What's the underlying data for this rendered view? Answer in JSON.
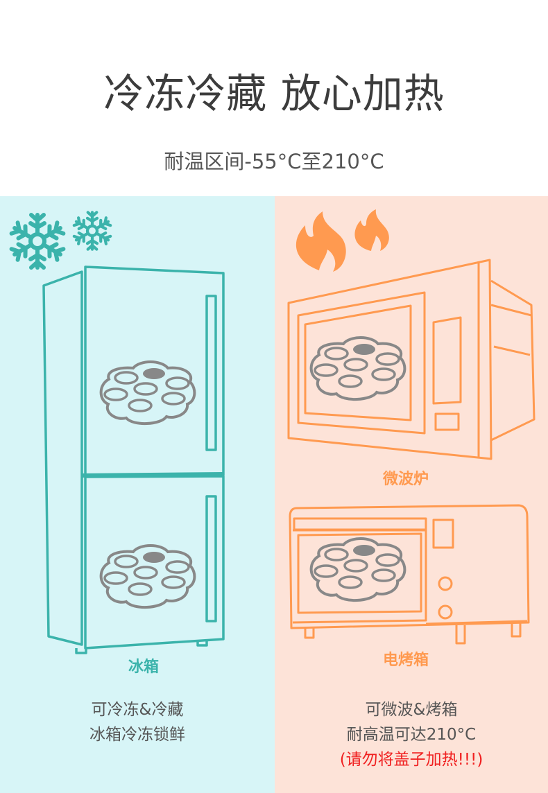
{
  "header": {
    "title": "冷冻冷藏 放心加热",
    "subtitle": "耐温区间-55°C至210°C"
  },
  "fridge": {
    "label": "冰箱",
    "desc_line1": "可冷冻&冷藏",
    "desc_line2": "冰箱冷冻锁鲜"
  },
  "microwave": {
    "label": "微波炉"
  },
  "oven": {
    "label": "电烤箱",
    "desc_line1": "可微波&烤箱",
    "desc_line2": "耐高温可达210°C",
    "warning": "(请勿将盖子加热!!!)"
  },
  "colors": {
    "teal": "#3bb3ab",
    "orange": "#ff9a50",
    "left_bg": "#d7f5f7",
    "right_bg": "#fde3d8",
    "warning": "#f02020"
  }
}
